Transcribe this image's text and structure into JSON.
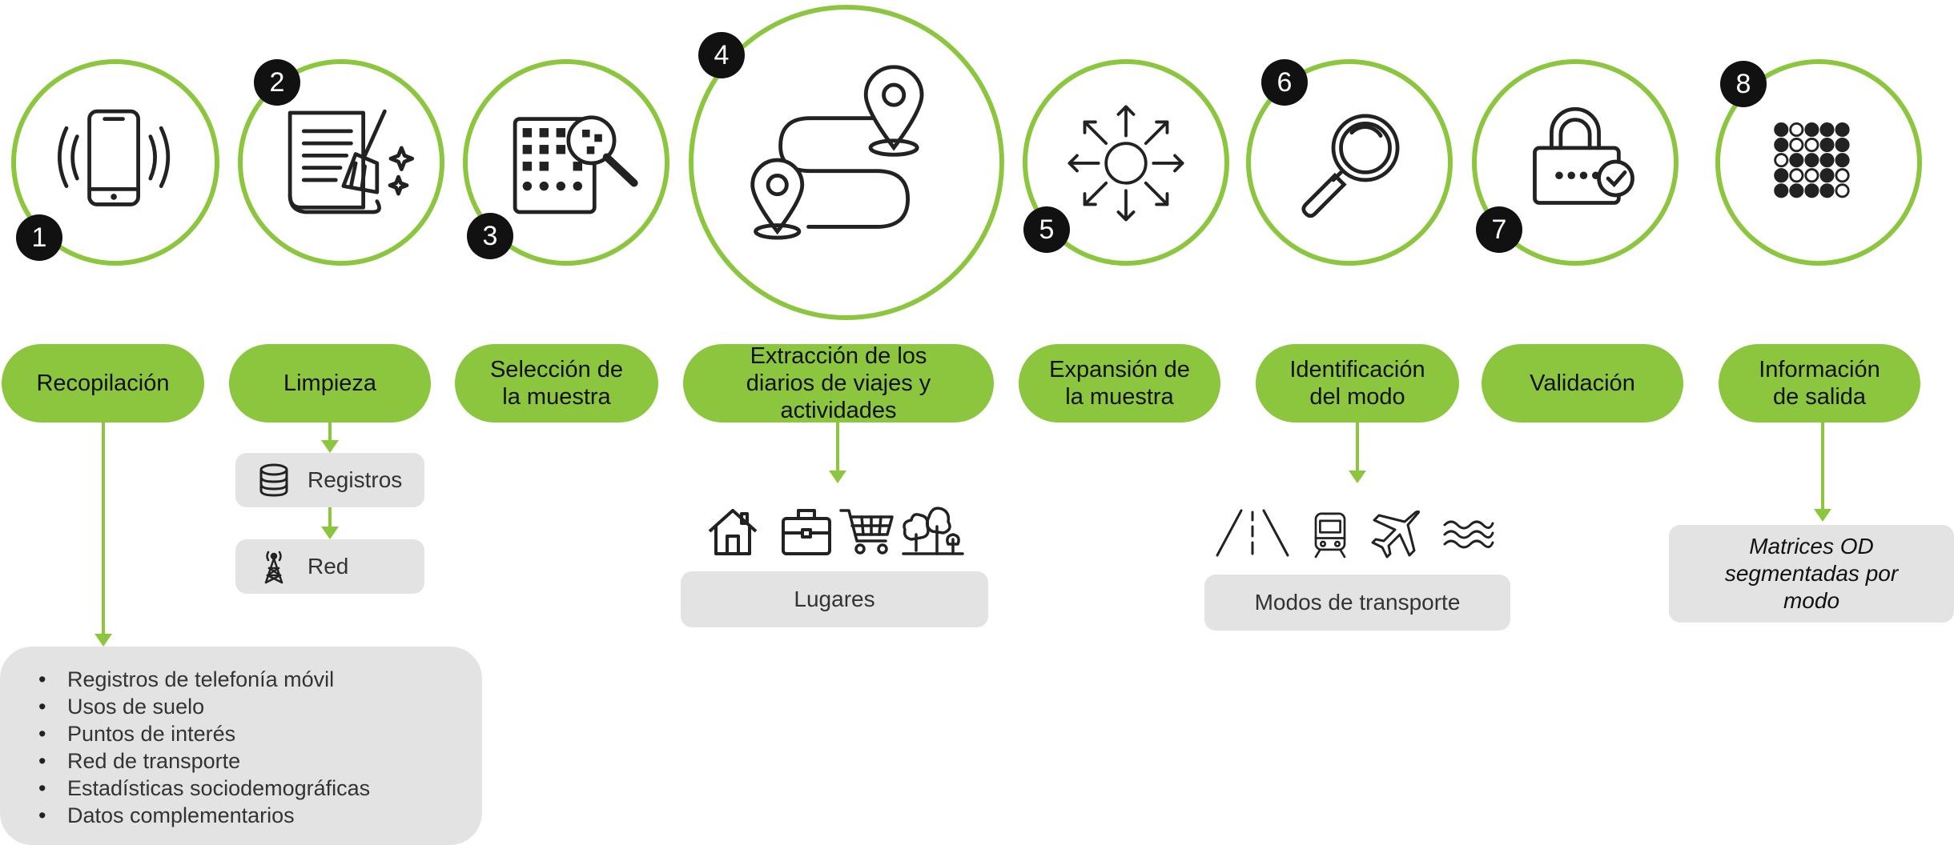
{
  "steps": [
    {
      "number": "1",
      "icon": "smartphone-vibrating-icon",
      "label": "Recopilación"
    },
    {
      "number": "2",
      "icon": "document-cleaning-broom-icon",
      "label": "Limpieza"
    },
    {
      "number": "3",
      "icon": "sample-selection-magnifier-icon",
      "label": "Selección de\nla muestra"
    },
    {
      "number": "4",
      "icon": "route-with-map-pins-icon",
      "label": "Extracción de los\ndiarios de viajes y\nactividades"
    },
    {
      "number": "5",
      "icon": "expansion-arrows-icon",
      "label": "Expansión de\nla muestra"
    },
    {
      "number": "6",
      "icon": "magnifying-glass-icon",
      "label": "Identificación\ndel modo"
    },
    {
      "number": "7",
      "icon": "verified-password-lock-icon",
      "label": "Validación"
    },
    {
      "number": "8",
      "icon": "dot-matrix-icon",
      "label": "Información\nde salida"
    }
  ],
  "cleaning_outputs": [
    {
      "label": "Registros",
      "icon": "database-icon"
    },
    {
      "label": "Red",
      "icon": "cell-tower-icon"
    }
  ],
  "data_sources": [
    "Registros de telefonía móvil",
    "Usos de suelo",
    "Puntos de interés",
    "Red de transporte",
    "Estadísticas sociodemográficas",
    "Datos complementarios"
  ],
  "places": {
    "label": "Lugares",
    "icons": [
      "house-icon",
      "briefcase-icon",
      "shopping-cart-icon",
      "trees-park-icon"
    ]
  },
  "transport_modes": {
    "label": "Modos de transporte",
    "icons": [
      "road-icon",
      "train-icon",
      "airplane-icon",
      "water-waves-icon"
    ]
  },
  "output": {
    "label": "Matrices OD\nsegmentadas por\nmodo"
  },
  "colors": {
    "accent_green": "#8cc63f",
    "number_badge": "#111111",
    "box_gray": "#e3e3e3"
  }
}
